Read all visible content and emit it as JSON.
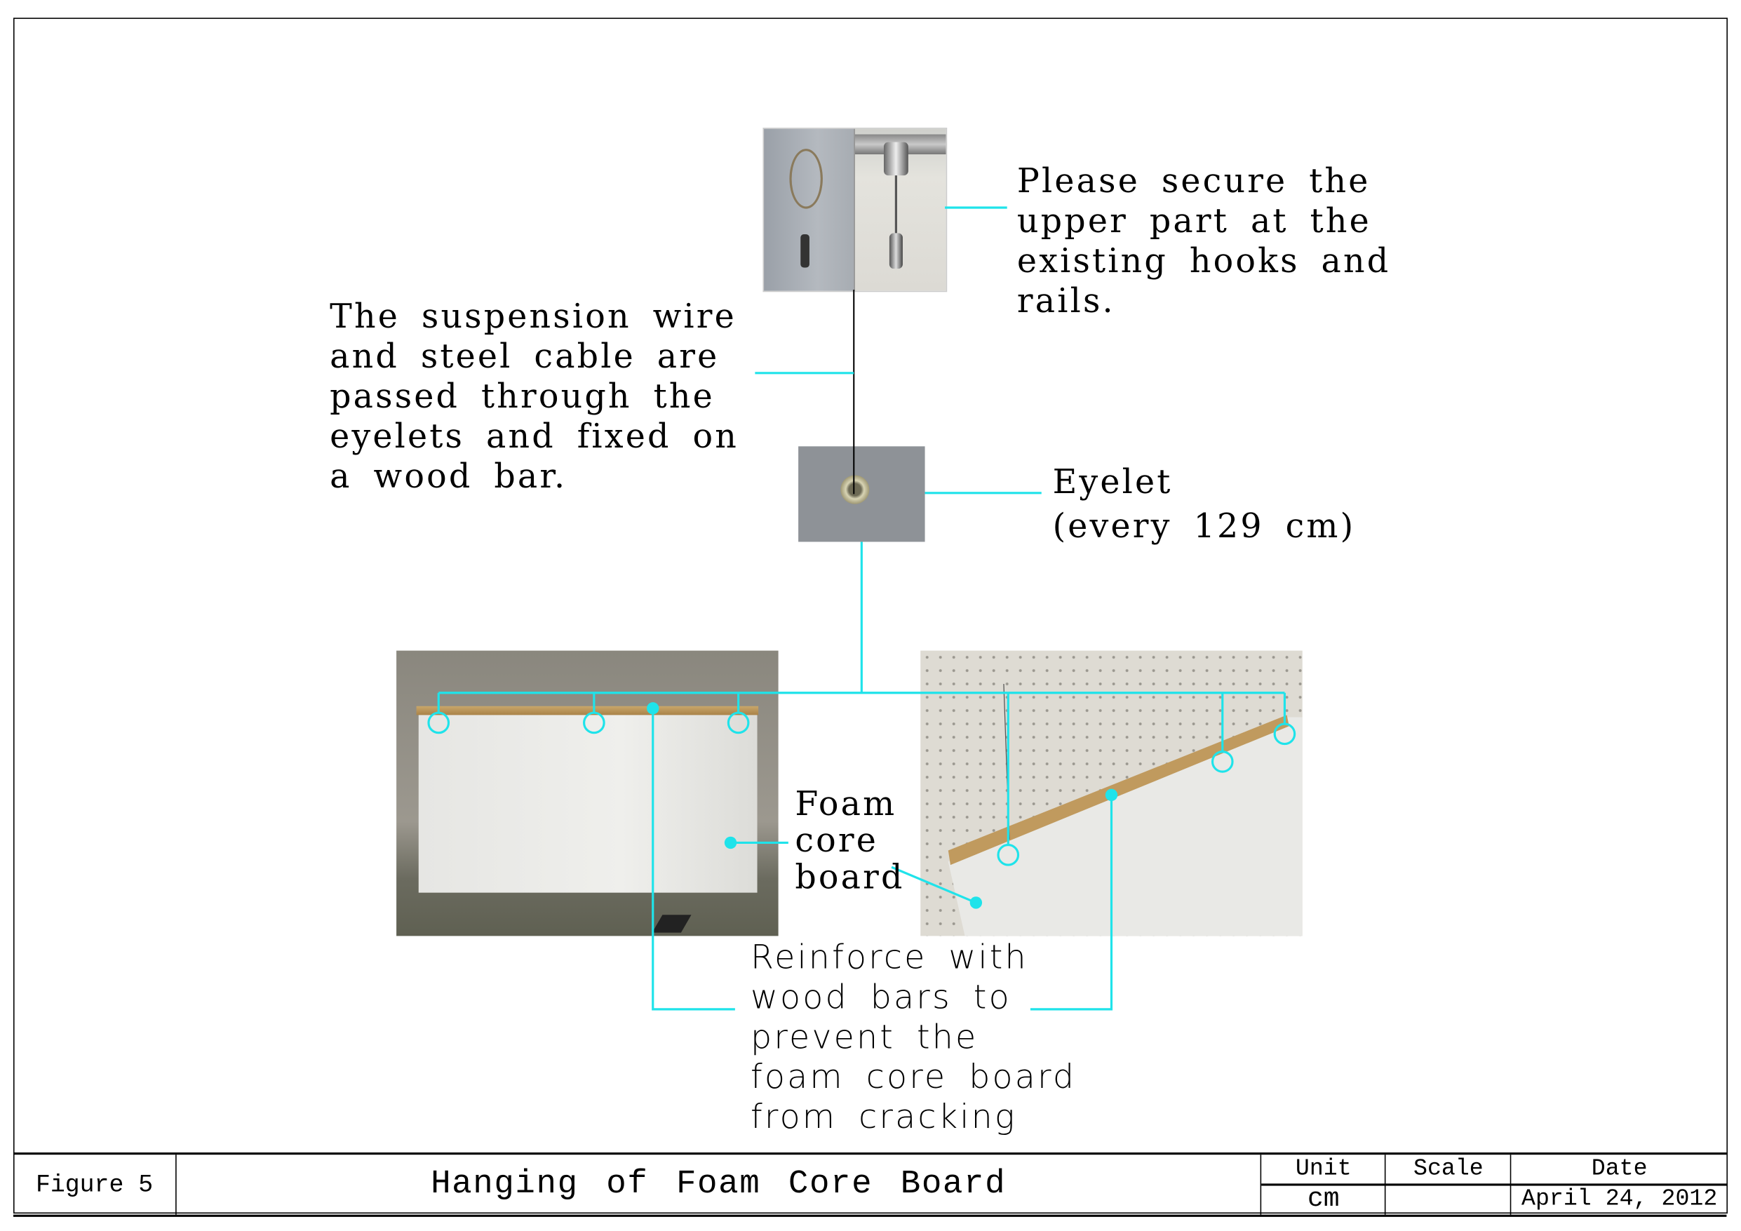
{
  "callouts": {
    "hooks": [
      "Please secure the",
      "upper part at the",
      "existing hooks and",
      "rails."
    ],
    "wire": [
      "The suspension wire",
      "and steel cable are",
      "passed through the",
      "eyelets and fixed on",
      "a wood bar."
    ],
    "eyelet": [
      "Eyelet",
      "(every 129 cm)"
    ],
    "foam": [
      "Foam",
      "core",
      "board"
    ],
    "reinforce": [
      "Reinforce with",
      "wood bars to",
      "prevent the",
      "foam core board",
      "from cracking"
    ]
  },
  "title_block": {
    "figure": "Figure 5",
    "title": "Hanging of Foam Core Board",
    "unit_label": "Unit",
    "unit_value": "cm",
    "scale_label": "Scale",
    "scale_value": "",
    "date_label": "Date",
    "date_value": "April 24, 2012"
  },
  "colors": {
    "leader": "#1fe3ea",
    "border": "#000000"
  }
}
